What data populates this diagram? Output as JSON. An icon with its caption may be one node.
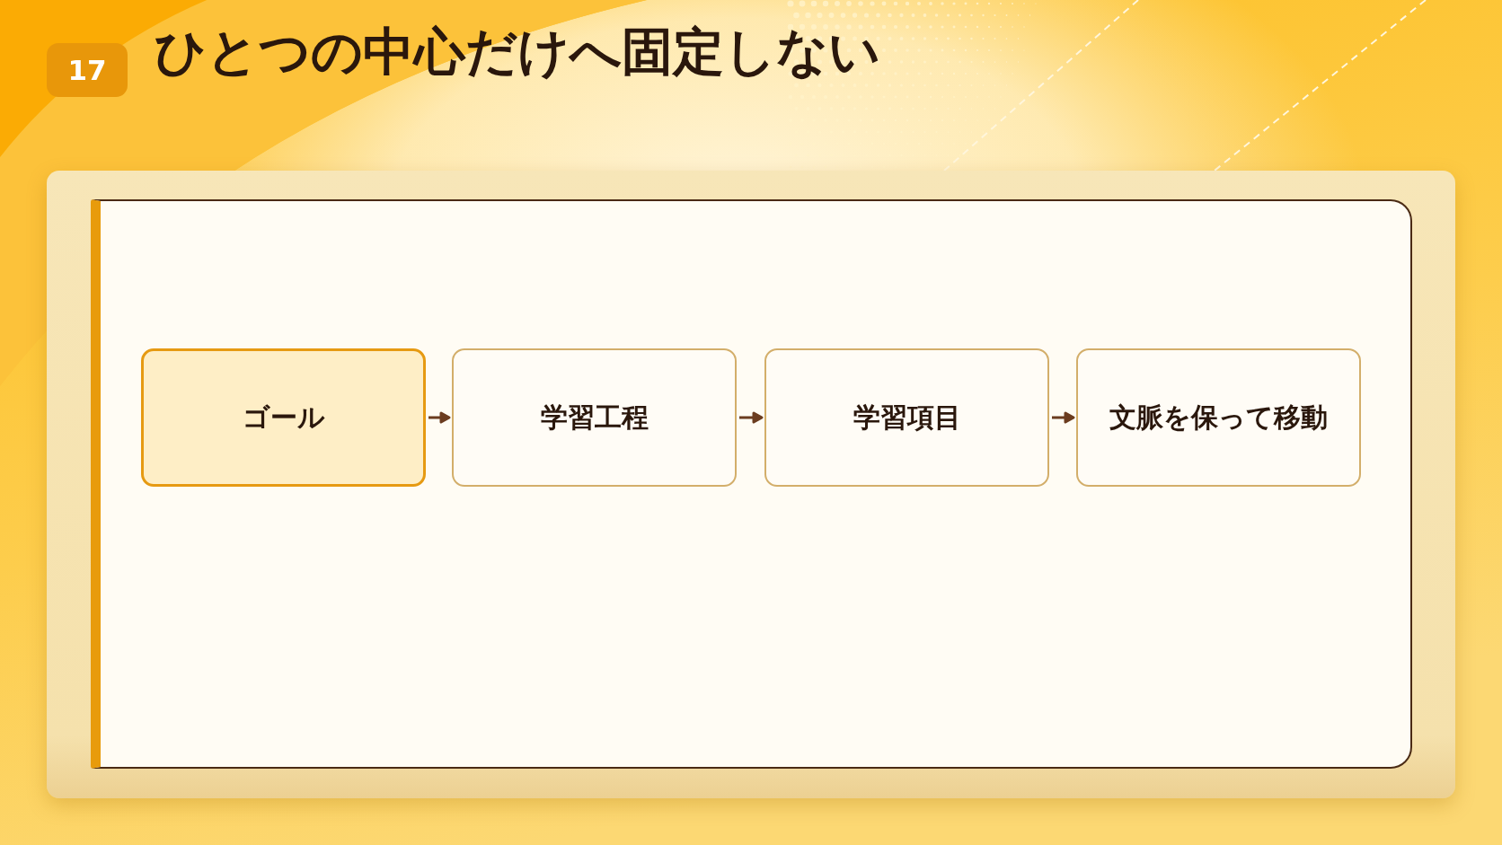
{
  "diagram": {
    "title": "ひとつの中心だけへ固定しない",
    "nodes": [
      {
        "text": [
          "ゴール"
        ]
      },
      {
        "text": [
          "学習工程"
        ]
      },
      {
        "text": [
          "学習項目"
        ]
      },
      {
        "text": [
          "文脈を保って移動"
        ]
      }
    ],
    "edges": [
      {
        "from": 0,
        "to": 1,
        "arrow": "to"
      },
      {
        "from": 1,
        "to": 2,
        "arrow": "to"
      },
      {
        "from": 2,
        "to": 3,
        "arrow": "to"
      }
    ],
    "labels": [
      "17"
    ]
  }
}
